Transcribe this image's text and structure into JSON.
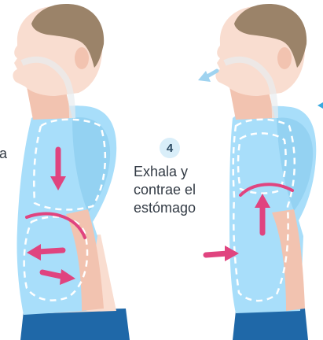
{
  "step": {
    "number": "4",
    "caption": "Exhala y\ncontrae el\nestómago"
  },
  "partial_text_left": "ta",
  "colors": {
    "skin": "#f9ddd0",
    "skin_shade": "#f2c3b0",
    "hair": "#9b8369",
    "shirt": "#a8defa",
    "shirt_shade": "#8fcdee",
    "pants": "#1f68a8",
    "arrow": "#e0447f",
    "airflow": "#9fd3f0",
    "dashed_outline": "#ffffff"
  },
  "icons": [
    "airflow-exhale-icon",
    "arrow-down-icon",
    "arrow-left-icon",
    "arrow-right-icon",
    "arrow-up-icon",
    "diaphragm-curve-icon"
  ]
}
